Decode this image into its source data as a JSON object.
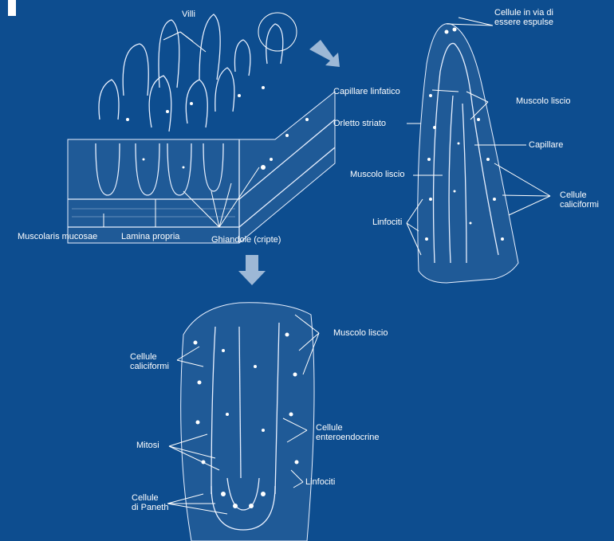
{
  "colors": {
    "background": "#0d4d8f",
    "ink": "#ffffff",
    "arrow": "#9db8d6"
  },
  "labels": {
    "villi": "Villi",
    "muscolaris_mucosae": "Muscolaris mucosae",
    "lamina_propria": "Lamina propria",
    "ghiandole": "Ghiandole (cripte)",
    "cellule_espulse_1": "Cellule in via di",
    "cellule_espulse_2": "essere espulse",
    "capillare_linfatico": "Capillare linfatico",
    "muscolo_liscio_top": "Muscolo liscio",
    "orletto_striato": "Orletto striato",
    "capillare": "Capillare",
    "muscolo_liscio_mid": "Muscolo liscio",
    "cellule_caliciformi_r1": "Cellule",
    "cellule_caliciformi_r2": "caliciformi",
    "linfociti_top": "Linfociti",
    "muscolo_liscio_bottom": "Muscolo liscio",
    "cellule_caliciformi_l1": "Cellule",
    "cellule_caliciformi_l2": "caliciformi",
    "mitosi": "Mitosi",
    "cellule_entero_1": "Cellule",
    "cellule_entero_2": "enteroendocrine",
    "linfociti_bottom": "Linfociti",
    "cellule_paneth_1": "Cellule",
    "cellule_paneth_2": "di Paneth"
  }
}
